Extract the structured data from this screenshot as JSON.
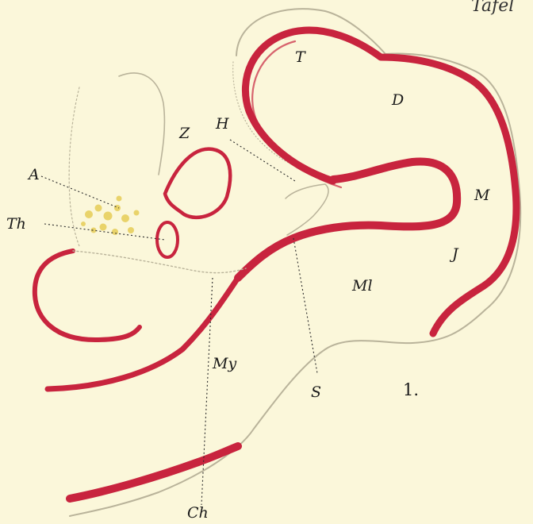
{
  "plate_corner_text": "Tafel",
  "figure_number": "1.",
  "labels": {
    "T": "T",
    "D": "D",
    "H": "H",
    "Z": "Z",
    "A": "A",
    "Th": "Th",
    "M": "M",
    "J": "J",
    "Ml": "Ml",
    "My": "My",
    "S": "S",
    "Ch": "Ch"
  },
  "colors": {
    "background": "#fbf7da",
    "neural_wall_red": "#c8243e",
    "mesenchyme_stipple": "#b9b39a",
    "yolk_yellow": "#e9d36a",
    "label_ink": "#1a1a1a"
  }
}
